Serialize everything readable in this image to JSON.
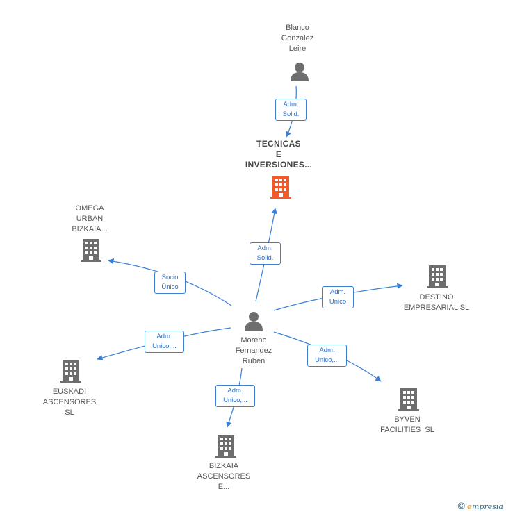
{
  "nodes": {
    "blanco": {
      "lines": [
        "Blanco",
        "Gonzalez",
        "Leire"
      ],
      "type": "person"
    },
    "tecnicas": {
      "lines": [
        "TECNICAS",
        "E",
        "INVERSIONES..."
      ],
      "type": "company-main"
    },
    "omega": {
      "lines": [
        "OMEGA",
        "URBAN",
        "BIZKAIA..."
      ],
      "type": "company"
    },
    "destino": {
      "lines": [
        "DESTINO",
        "EMPRESARIAL SL"
      ],
      "type": "company"
    },
    "moreno": {
      "lines": [
        "Moreno",
        "Fernandez",
        "Ruben"
      ],
      "type": "person"
    },
    "euskadi": {
      "lines": [
        "EUSKADI",
        "ASCENSORES",
        "SL"
      ],
      "type": "company"
    },
    "byven": {
      "lines": [
        "BYVEN",
        "FACILITIES  SL"
      ],
      "type": "company"
    },
    "bizkaia": {
      "lines": [
        "BIZKAIA",
        "ASCENSORES",
        "E..."
      ],
      "type": "company"
    }
  },
  "edges": {
    "blanco_tecnicas": [
      "Adm.",
      "Solid."
    ],
    "moreno_tecnicas": [
      "Adm.",
      "Solid."
    ],
    "moreno_omega": [
      "Socio",
      "Único"
    ],
    "moreno_destino": [
      "Adm.",
      "Unico"
    ],
    "moreno_euskadi": [
      "Adm.",
      "Unico,..."
    ],
    "moreno_byven": [
      "Adm.",
      "Unico,..."
    ],
    "moreno_bizkaia": [
      "Adm.",
      "Unico,..."
    ]
  },
  "colors": {
    "edge": "#3b7fd4",
    "icon": "#6e6e6e",
    "main_company": "#f05a28"
  },
  "icons": {
    "person": "person-icon",
    "company": "building-icon"
  },
  "footer": {
    "symbol": "©",
    "brand_first": "e",
    "brand_rest": "mpresia"
  }
}
